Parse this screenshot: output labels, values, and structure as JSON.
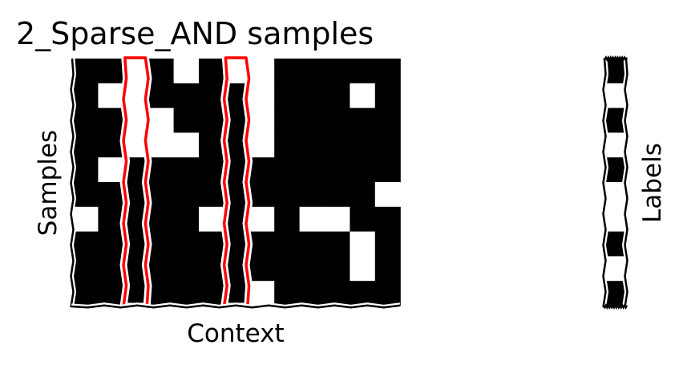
{
  "chart_data": [
    {
      "type": "heatmap",
      "title": "2_Sparse_AND samples",
      "xlabel": "Context",
      "ylabel": "Samples",
      "colormap": {
        "0": "#ffffff",
        "1": "#000000"
      },
      "highlight_color": "#ff0000",
      "highlight_columns": [
        2,
        6
      ],
      "grid": false,
      "values": [
        [
          1,
          1,
          0,
          1,
          0,
          1,
          0,
          0,
          1,
          1,
          1,
          1,
          1
        ],
        [
          1,
          0,
          0,
          1,
          1,
          1,
          1,
          0,
          1,
          1,
          1,
          0,
          1
        ],
        [
          1,
          1,
          0,
          0,
          1,
          1,
          1,
          0,
          1,
          1,
          1,
          1,
          1
        ],
        [
          1,
          1,
          0,
          0,
          0,
          1,
          1,
          0,
          1,
          1,
          1,
          1,
          1
        ],
        [
          1,
          0,
          1,
          1,
          1,
          1,
          1,
          1,
          1,
          1,
          1,
          1,
          1
        ],
        [
          1,
          1,
          1,
          1,
          1,
          1,
          1,
          1,
          1,
          1,
          1,
          1,
          0
        ],
        [
          0,
          1,
          1,
          1,
          1,
          0,
          1,
          0,
          1,
          0,
          0,
          1,
          1
        ],
        [
          1,
          1,
          1,
          1,
          1,
          1,
          1,
          1,
          1,
          1,
          1,
          0,
          1
        ],
        [
          1,
          1,
          1,
          1,
          1,
          1,
          1,
          1,
          1,
          1,
          1,
          0,
          1
        ],
        [
          1,
          1,
          1,
          1,
          1,
          1,
          1,
          0,
          1,
          1,
          1,
          1,
          1
        ]
      ]
    },
    {
      "type": "heatmap",
      "title": "",
      "xlabel": "",
      "ylabel": "Labels",
      "colormap": {
        "0": "#ffffff",
        "1": "#000000"
      },
      "grid": false,
      "values": [
        [
          1
        ],
        [
          0
        ],
        [
          1
        ],
        [
          0
        ],
        [
          1
        ],
        [
          0
        ],
        [
          0
        ],
        [
          1
        ],
        [
          0
        ],
        [
          1
        ]
      ]
    }
  ]
}
